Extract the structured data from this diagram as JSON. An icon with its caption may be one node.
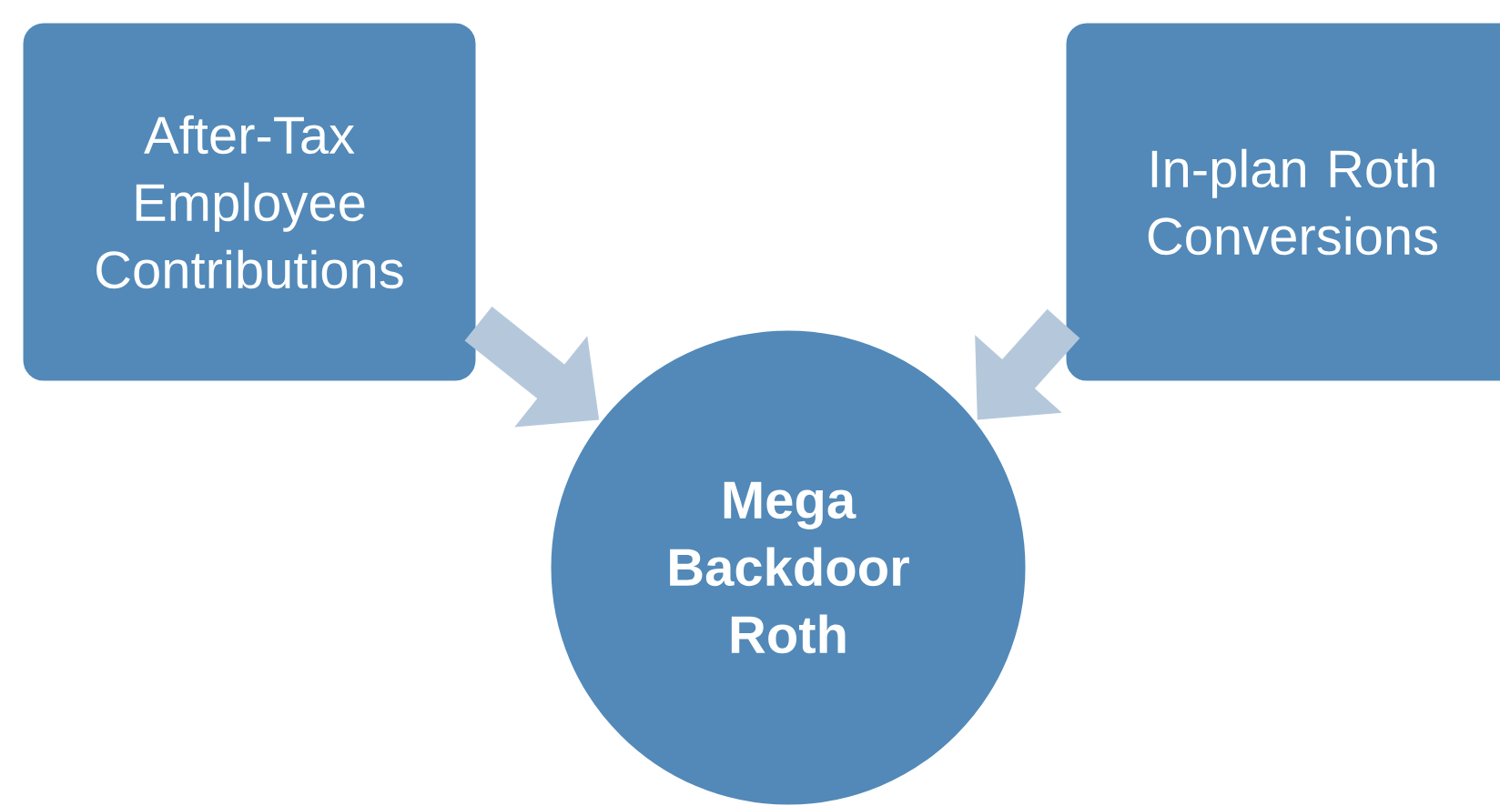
{
  "diagram": {
    "nodes": [
      {
        "text": [
          "After-Tax Employee Contributions"
        ]
      },
      {
        "text": [
          "In-plan Roth Conversions"
        ]
      },
      {
        "text": [
          "Mega Backdoor Roth"
        ]
      }
    ],
    "edges": [
      {
        "from": 0,
        "to": 2,
        "arrow": "to"
      },
      {
        "from": 1,
        "to": 2,
        "arrow": "to"
      }
    ]
  }
}
